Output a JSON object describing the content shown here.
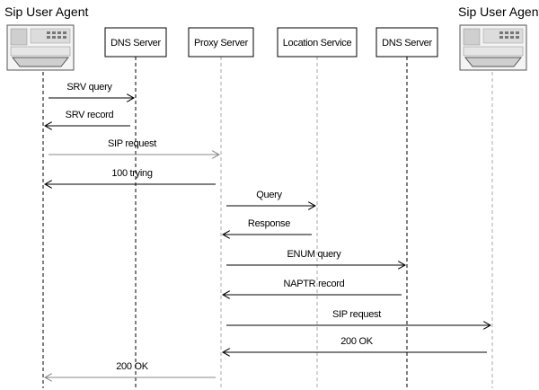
{
  "participants": [
    {
      "id": "ua-left",
      "label": "Sip User Agent",
      "kind": "agent",
      "lifeline_color": "#000000"
    },
    {
      "id": "dns-1",
      "label": "DNS Server",
      "kind": "box",
      "lifeline_color": "#000000"
    },
    {
      "id": "proxy",
      "label": "Proxy Server",
      "kind": "box",
      "lifeline_color": "#aaaaaa"
    },
    {
      "id": "location",
      "label": "Location Service",
      "kind": "box",
      "lifeline_color": "#aaaaaa"
    },
    {
      "id": "dns-2",
      "label": "DNS Server",
      "kind": "box",
      "lifeline_color": "#000000"
    },
    {
      "id": "ua-right",
      "label": "Sip User Agent",
      "kind": "agent",
      "lifeline_color": "#aaaaaa"
    }
  ],
  "messages": [
    {
      "label": "SRV query",
      "from": "ua-left",
      "to": "dns-1",
      "color": "#000000"
    },
    {
      "label": "SRV record",
      "from": "dns-1",
      "to": "ua-left",
      "color": "#000000"
    },
    {
      "label": "SIP request",
      "from": "ua-left",
      "to": "proxy",
      "color": "#888888"
    },
    {
      "label": "100 trying",
      "from": "proxy",
      "to": "ua-left",
      "color": "#000000"
    },
    {
      "label": "Query",
      "from": "proxy",
      "to": "location",
      "color": "#000000"
    },
    {
      "label": "Response",
      "from": "location",
      "to": "proxy",
      "color": "#000000"
    },
    {
      "label": "ENUM query",
      "from": "proxy",
      "to": "dns-2",
      "color": "#000000"
    },
    {
      "label": "NAPTR record",
      "from": "dns-2",
      "to": "proxy",
      "color": "#000000"
    },
    {
      "label": "SIP request",
      "from": "proxy",
      "to": "ua-right",
      "color": "#000000"
    },
    {
      "label": "200 OK",
      "from": "ua-right",
      "to": "proxy",
      "color": "#000000"
    },
    {
      "label": "200 OK",
      "from": "proxy",
      "to": "ua-left",
      "color": "#888888"
    }
  ]
}
